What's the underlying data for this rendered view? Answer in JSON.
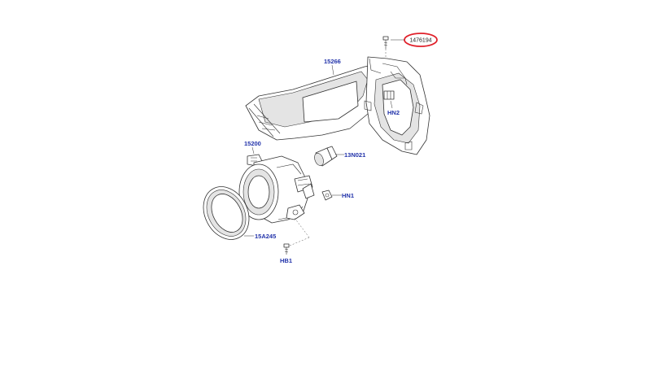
{
  "diagram": {
    "highlight_part": "1476194",
    "highlight_color": "#e0202a",
    "label_color": "#2233aa",
    "callouts": {
      "bracket": "15266",
      "bulb_holder": "15200",
      "bulb": "13N021",
      "clip": "HN2",
      "nut": "HN1",
      "bezel": "15A245",
      "bolt": "HB1"
    }
  }
}
